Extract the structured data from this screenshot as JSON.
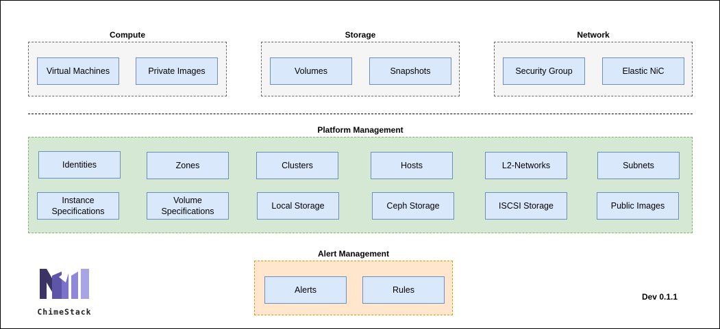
{
  "compute": {
    "title": "Compute",
    "items": [
      "Virtual Machines",
      "Private Images"
    ]
  },
  "storage": {
    "title": "Storage",
    "items": [
      "Volumes",
      "Snapshots"
    ]
  },
  "network": {
    "title": "Network",
    "items": [
      "Security Group",
      "Elastic NiC"
    ]
  },
  "platform": {
    "title": "Platform Management",
    "row1": [
      "Identities",
      "Zones",
      "Clusters",
      "Hosts",
      "L2-Networks",
      "Subnets"
    ],
    "row2": [
      "Instance\nSpecifications",
      "Volume\nSpecifications",
      "Local Storage",
      "Ceph Storage",
      "ISCSI Storage",
      "Public Images"
    ]
  },
  "alert": {
    "title": "Alert Management",
    "items": [
      "Alerts",
      "Rules"
    ]
  },
  "brand": {
    "name": "ChimeStack",
    "logo_icon": "chimestack-logo-icon",
    "colors": [
      "#3d3466",
      "#7b73c9",
      "#a9a4e3"
    ]
  },
  "version": "Dev 0.1.1",
  "colors": {
    "default_group": "#f5f5f5",
    "platform_group": "#d5e8d4",
    "alert_group": "#ffe6cc",
    "box_fill": "#dae8fc",
    "box_border": "#6c8ebf"
  }
}
